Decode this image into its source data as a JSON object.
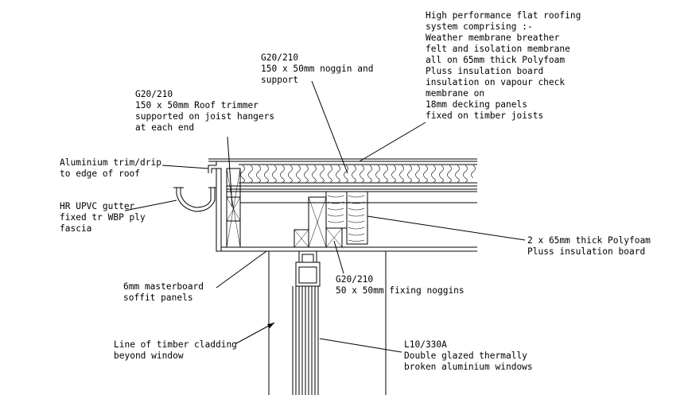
{
  "annotations": {
    "roofing_system": [
      "High performance flat roofing",
      "system comprising :-",
      "Weather membrane breather",
      "felt and isolation membrane",
      "all on 65mm thick Polyfoam",
      "Pluss insulation board",
      "insulation on vapour check",
      "membrane on",
      "18mm   decking panels",
      "fixed on timber joists"
    ],
    "noggin_support": [
      "G20/210",
      "150 x 50mm noggin and",
      "support"
    ],
    "roof_trimmer": [
      "G20/210",
      "150 x 50mm Roof trimmer",
      "supported on joist hangers",
      "at each end"
    ],
    "trim_drip": [
      "Aluminium trim/drip",
      "to edge of roof"
    ],
    "gutter": [
      "HR UPVC gutter",
      "fixed tr WBP ply",
      "fascia"
    ],
    "polyfoam_board": [
      "2 x 65mm thick Polyfoam",
      "Pluss insulation board"
    ],
    "soffit": [
      "6mm masterboard",
      "soffit panels"
    ],
    "fixing_noggins": [
      "G20/210",
      "50 x 50mm fixing noggins"
    ],
    "timber_cladding": [
      "Line of timber cladding",
      "beyond window"
    ],
    "windows": [
      "L10/330A",
      "Double glazed thermally",
      "broken aluminium windows"
    ]
  }
}
